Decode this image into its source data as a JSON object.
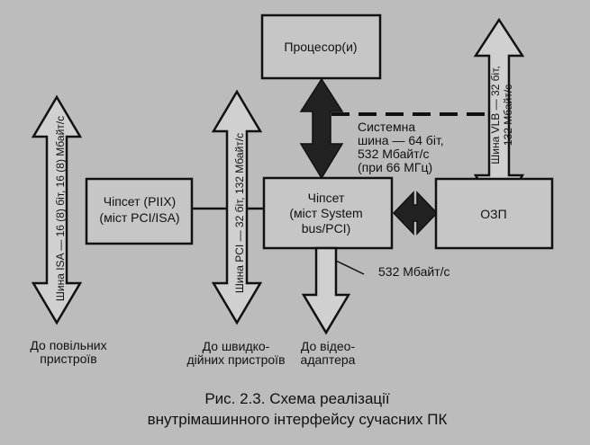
{
  "blocks": {
    "processor": "Процесор(и)",
    "chipset_piix_line1": "Чіпсет (PIIX)",
    "chipset_piix_line2": "(міст PCI/ISA)",
    "chipset_sys_line1": "Чіпсет",
    "chipset_sys_line2": "(міст System",
    "chipset_sys_line3": "bus/PCI)",
    "ram": "ОЗП"
  },
  "buses": {
    "system_line1": "Системна",
    "system_line2": "шина — 64 біт,",
    "system_line3": "532 Мбайт/с",
    "system_line4": "(при 66 МГц)",
    "isa": "Шина ISA — 16 (8) біт, 16 (8) Мбайт/с",
    "pci": "Шина PCI — 32 біт, 132 Мбайт/с",
    "vlb_line1": "Шина VLB — 32 біт,",
    "vlb_line2": "132 Мбайт/с",
    "video_rate": "532 Мбайт/с"
  },
  "destinations": {
    "slow_line1": "До повільних",
    "slow_line2": "пристроїв",
    "fast_line1": "До швидко-",
    "fast_line2": "дійних пристроїв",
    "video_line1": "До відео-",
    "video_line2": "адаптера"
  },
  "caption": {
    "line1": "Рис. 2.3. Схема реалізації",
    "line2": "внутрімашинного інтерфейсу сучасних ПК"
  }
}
